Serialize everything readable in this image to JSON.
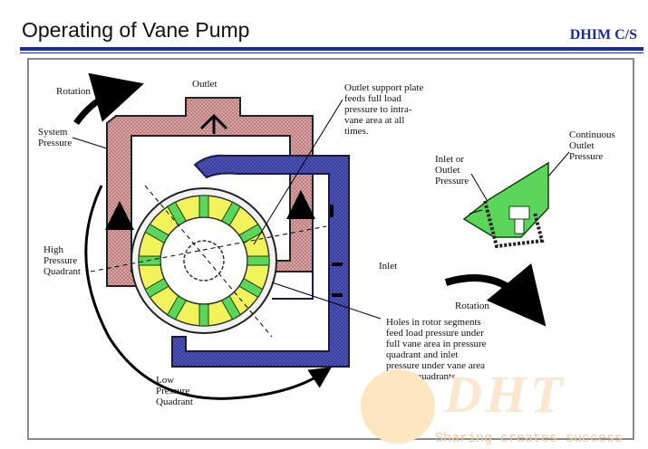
{
  "header": {
    "title": "Operating of Vane Pump",
    "brand": "DHIM C/S"
  },
  "labels": {
    "rotation_top": "Rotation",
    "outlet": "Outlet",
    "system_pressure": [
      "System",
      "Pressure"
    ],
    "outlet_support": [
      "Outlet support plate",
      "feeds full load",
      "pressure to intra-",
      "vane area at all",
      "times."
    ],
    "high_pressure": [
      "High",
      "Pressure",
      "Quadrant"
    ],
    "inlet": "Inlet",
    "low_pressure": [
      "Low",
      "Pressure",
      "Quadrant"
    ],
    "holes": [
      "Holes in rotor segments",
      "feed load pressure under",
      "full vane area in pressure",
      "quadrant and inlet",
      "pressure under vane area",
      "in inlet quadrants."
    ],
    "inlet_outlet_pressure": [
      "Inlet or",
      "Outlet",
      "Pressure"
    ],
    "continuous_outlet": [
      "Continuous",
      "Outlet",
      "Pressure"
    ],
    "rotation_right": "Rotation"
  },
  "watermark": {
    "logo": "DHT",
    "tagline": "Sharing creates success"
  },
  "colors": {
    "accent_blue": "#1a2aa0",
    "outlet_passage": "#d9a3a3",
    "inlet_passage": "#4b52b8",
    "rotor_ring": "#f2f25a",
    "vane": "#5bd65b"
  }
}
